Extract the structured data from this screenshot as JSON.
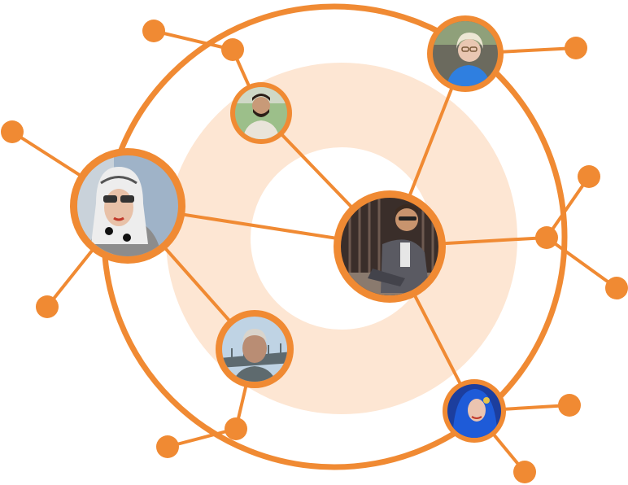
{
  "colors": {
    "accent": "#F08A33",
    "halo": "#FDE6D3",
    "background": "#FFFFFF"
  },
  "people": [
    {
      "id": "central-person",
      "description_icon": "person-suit-photo-icon",
      "skin": "#C8946E",
      "shirt": "#5A5A62",
      "bg": "#3A2E2A"
    },
    {
      "id": "woman-hijab-sunglasses",
      "description_icon": "person-hijab-photo-icon",
      "skin": "#E8C1A8",
      "shirt": "#8C8C8C",
      "bg": "#9FB3C8"
    },
    {
      "id": "man-beard",
      "description_icon": "person-beard-photo-icon",
      "skin": "#C89A78",
      "shirt": "#E9E4DA",
      "bg": "#9CBF8A"
    },
    {
      "id": "elderly-woman",
      "description_icon": "person-elderly-woman-photo-icon",
      "skin": "#E9C7B2",
      "shirt": "#2F7FE0",
      "bg": "#6B6A5E"
    },
    {
      "id": "elderly-man",
      "description_icon": "person-elderly-man-photo-icon",
      "skin": "#B98D74",
      "shirt": "#5E6A6E",
      "bg": "#BFD3E4"
    },
    {
      "id": "woman-blue-hijab",
      "description_icon": "person-blue-hijab-photo-icon",
      "skin": "#EBC4B0",
      "shirt": "#1E5BD8",
      "bg": "#1C3E9E"
    }
  ]
}
